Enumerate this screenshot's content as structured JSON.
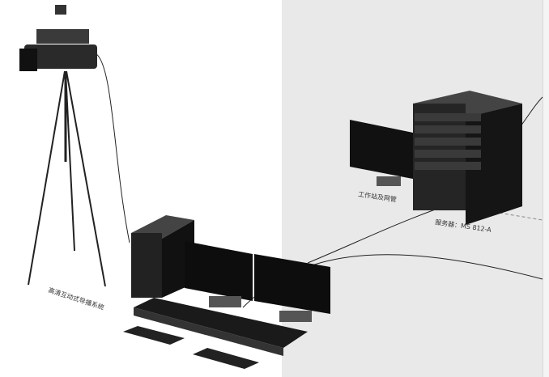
{
  "diagram": {
    "labels": {
      "workstation": "工作站及网管",
      "server": "服务器：MS 812-A",
      "system": "高清互动式导播系统"
    },
    "devices": [
      "camera-on-tripod",
      "desktop-tower",
      "dual-monitors",
      "control-keyboard-console",
      "keyboards",
      "workstation-monitor",
      "rack-server"
    ],
    "colors": {
      "panel": "#e9e9e9",
      "device": "#1c1c1c",
      "cable": "#222222"
    }
  }
}
